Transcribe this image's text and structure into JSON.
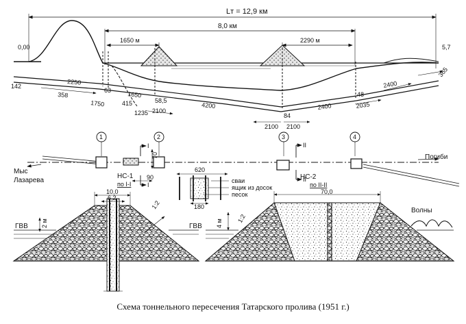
{
  "profile": {
    "total_length": "Lт = 12,9 км",
    "sea_width": "8,0 км",
    "left_span": "1650 м",
    "right_span": "2290 м",
    "left_elev": "0,00",
    "right_elev": "5,7",
    "dims": [
      "142",
      "2250",
      "358",
      "63",
      "1750",
      "415",
      "1650",
      "58,5",
      "1235",
      "2100",
      "4200",
      "84",
      "2100",
      "2100",
      "2400",
      "48",
      "2035",
      "2400",
      "365"
    ]
  },
  "plan": {
    "markers": [
      "1",
      "2",
      "3",
      "4"
    ],
    "section_I": "I",
    "section_II": "II",
    "dim_70": "70",
    "dim_90": "90",
    "dim_620": "620",
    "dim_180": "180",
    "left_place": [
      "Мыс",
      "Лазарева"
    ],
    "right_place": "Погиби",
    "station_1": "НС-1",
    "station_1_sec": "по I-I",
    "station_2": "НС-2",
    "station_2_sec": "по II-II",
    "legend": [
      "сваи",
      "ящик из досок",
      "песок"
    ]
  },
  "sections": {
    "left_width": "10,0",
    "left_inner": "6,2",
    "left_slope": "1:2",
    "left_gvv": "ГВВ",
    "left_depth": "2 м",
    "right_width": "70,0",
    "right_slope": "1:2",
    "right_gvv": "ГВВ",
    "right_depth": "4 м",
    "waves": "Волны"
  },
  "caption": "Схема тоннельного пересечения Татарского пролива (1951 г.)"
}
